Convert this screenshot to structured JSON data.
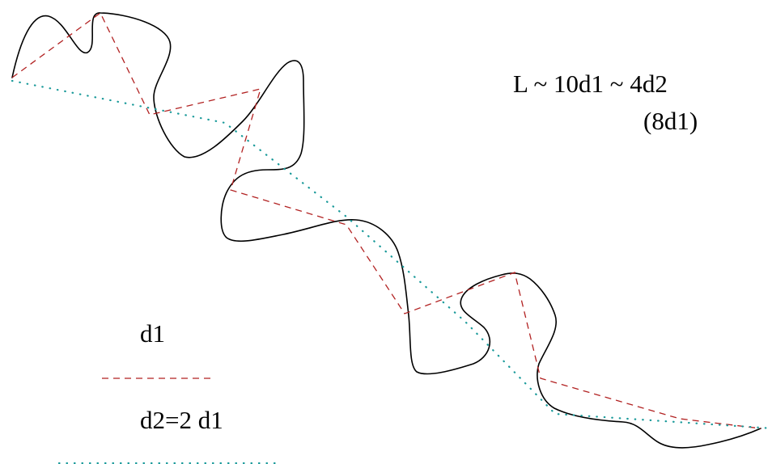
{
  "labels": {
    "equation": "L ~ 10d1 ~ 4d2",
    "equation_note": "(8d1)",
    "legend_d1": "d1",
    "legend_d2": "d2=2 d1"
  },
  "colors": {
    "curve": "#000000",
    "d1_dashed": "#b22222",
    "d2_dotted": "#1a9a9a"
  }
}
